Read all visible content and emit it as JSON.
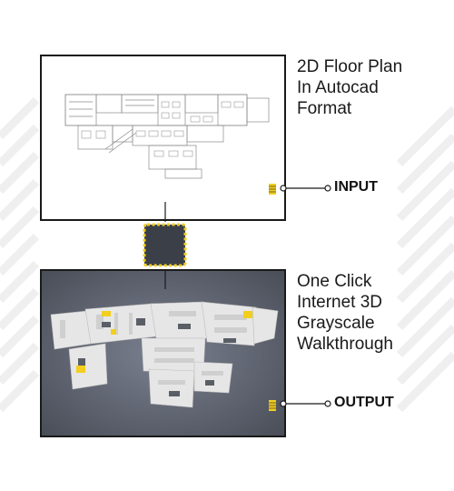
{
  "input": {
    "description_lines": [
      "2D Floor Plan",
      "In Autocad",
      "Format"
    ],
    "tag": "INPUT"
  },
  "output": {
    "description_lines": [
      "One Click",
      "Internet 3D",
      "Grayscale",
      "Walkthrough"
    ],
    "tag": "OUTPUT"
  },
  "colors": {
    "accent": "#f2cf1d",
    "frame": "#1a1a1a",
    "render_bg": "#6e7380",
    "chip": "#3a3f48"
  }
}
